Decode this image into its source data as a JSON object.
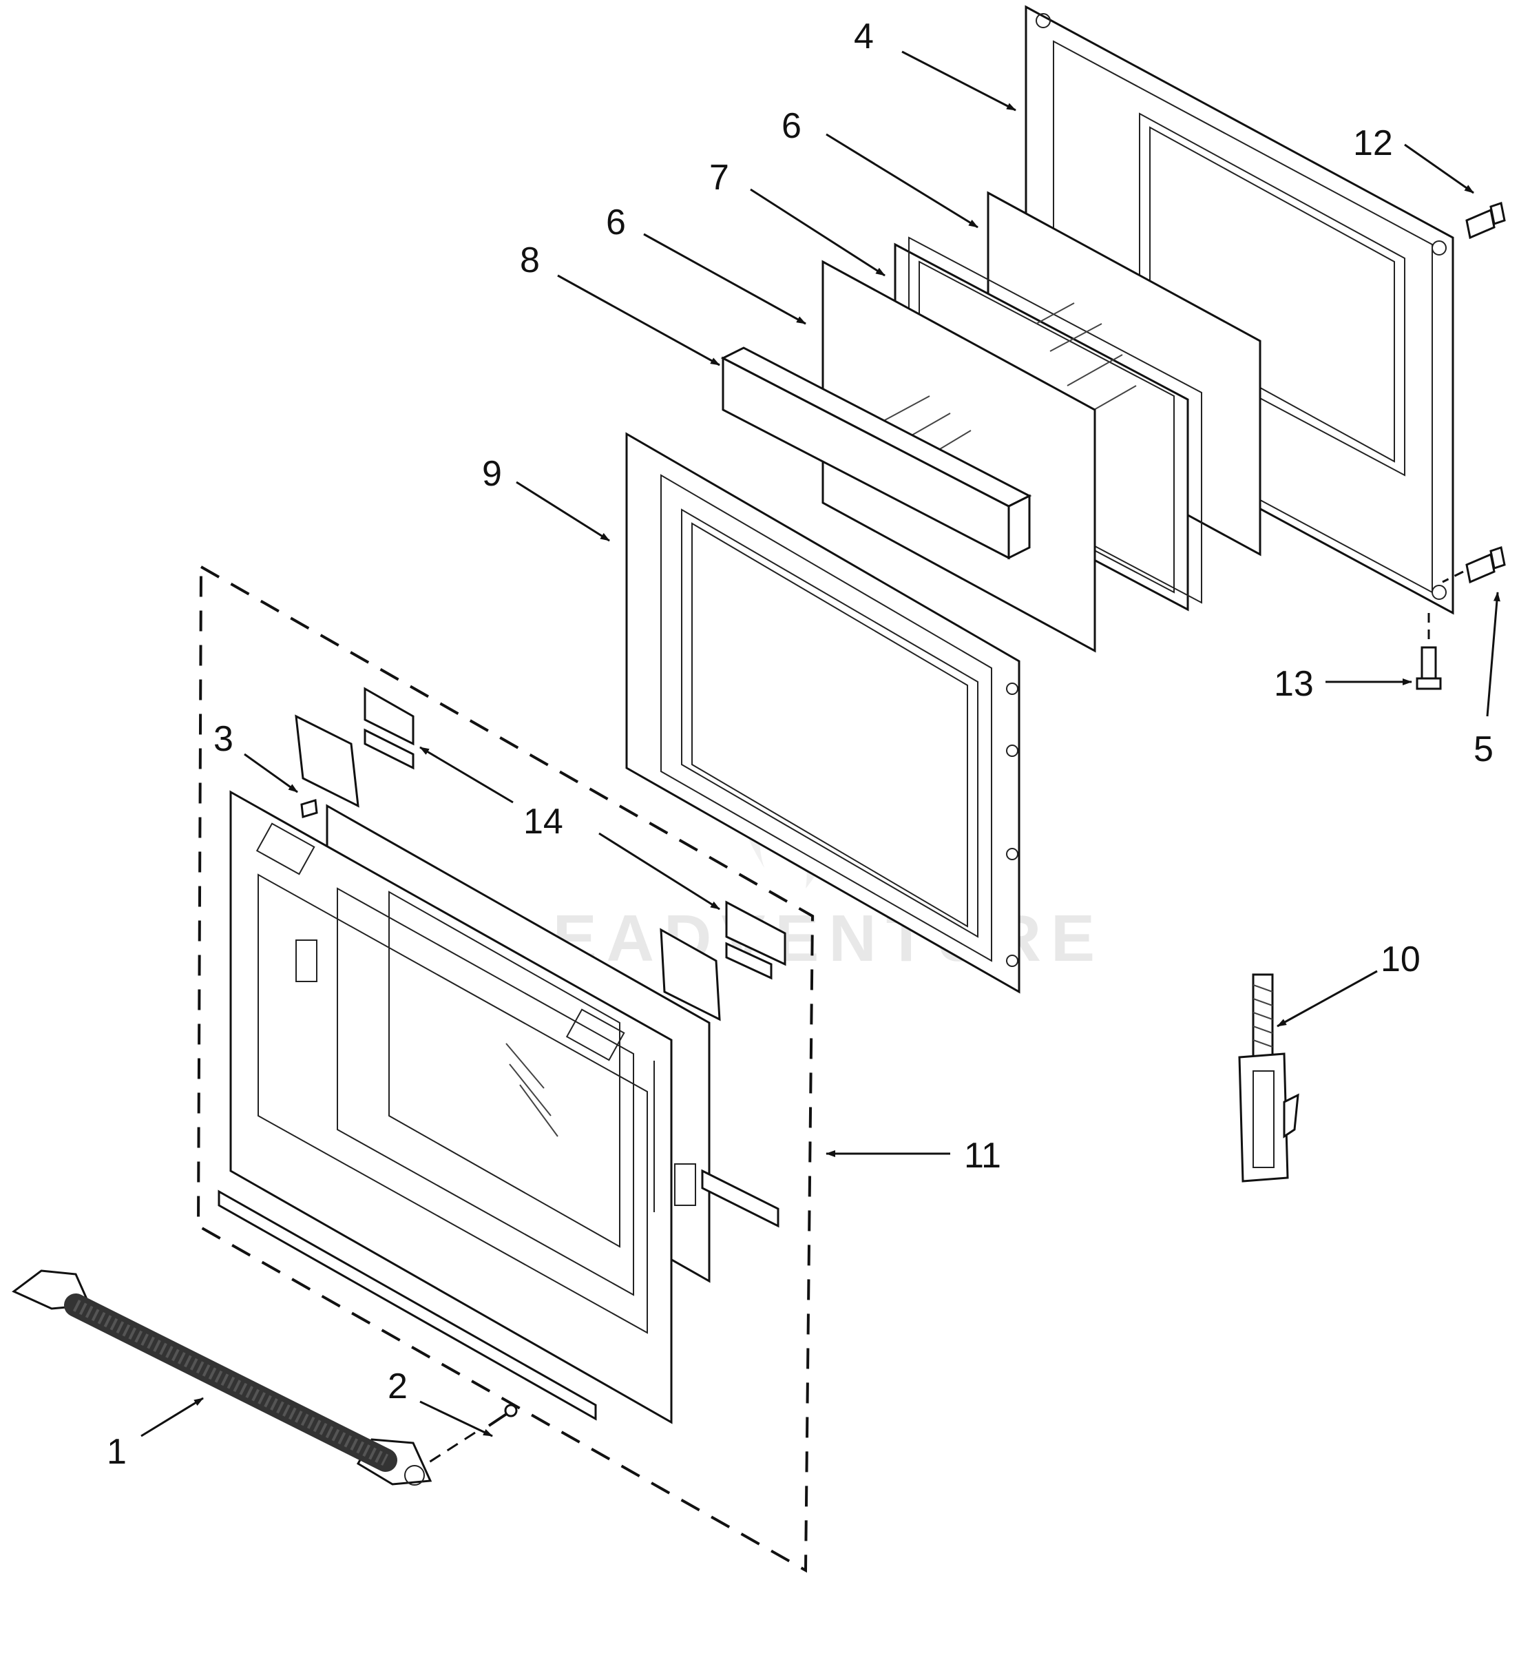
{
  "watermark": "LEADVENTURE",
  "callouts": {
    "c1": "1",
    "c2": "2",
    "c3": "3",
    "c4": "4",
    "c5": "5",
    "c6a": "6",
    "c6b": "6",
    "c7": "7",
    "c8": "8",
    "c9": "9",
    "c10": "10",
    "c11": "11",
    "c12": "12",
    "c13": "13",
    "c14": "14"
  },
  "colors": {
    "ink": "#111111",
    "paper": "#ffffff",
    "watermark": "#e6e6e6"
  }
}
